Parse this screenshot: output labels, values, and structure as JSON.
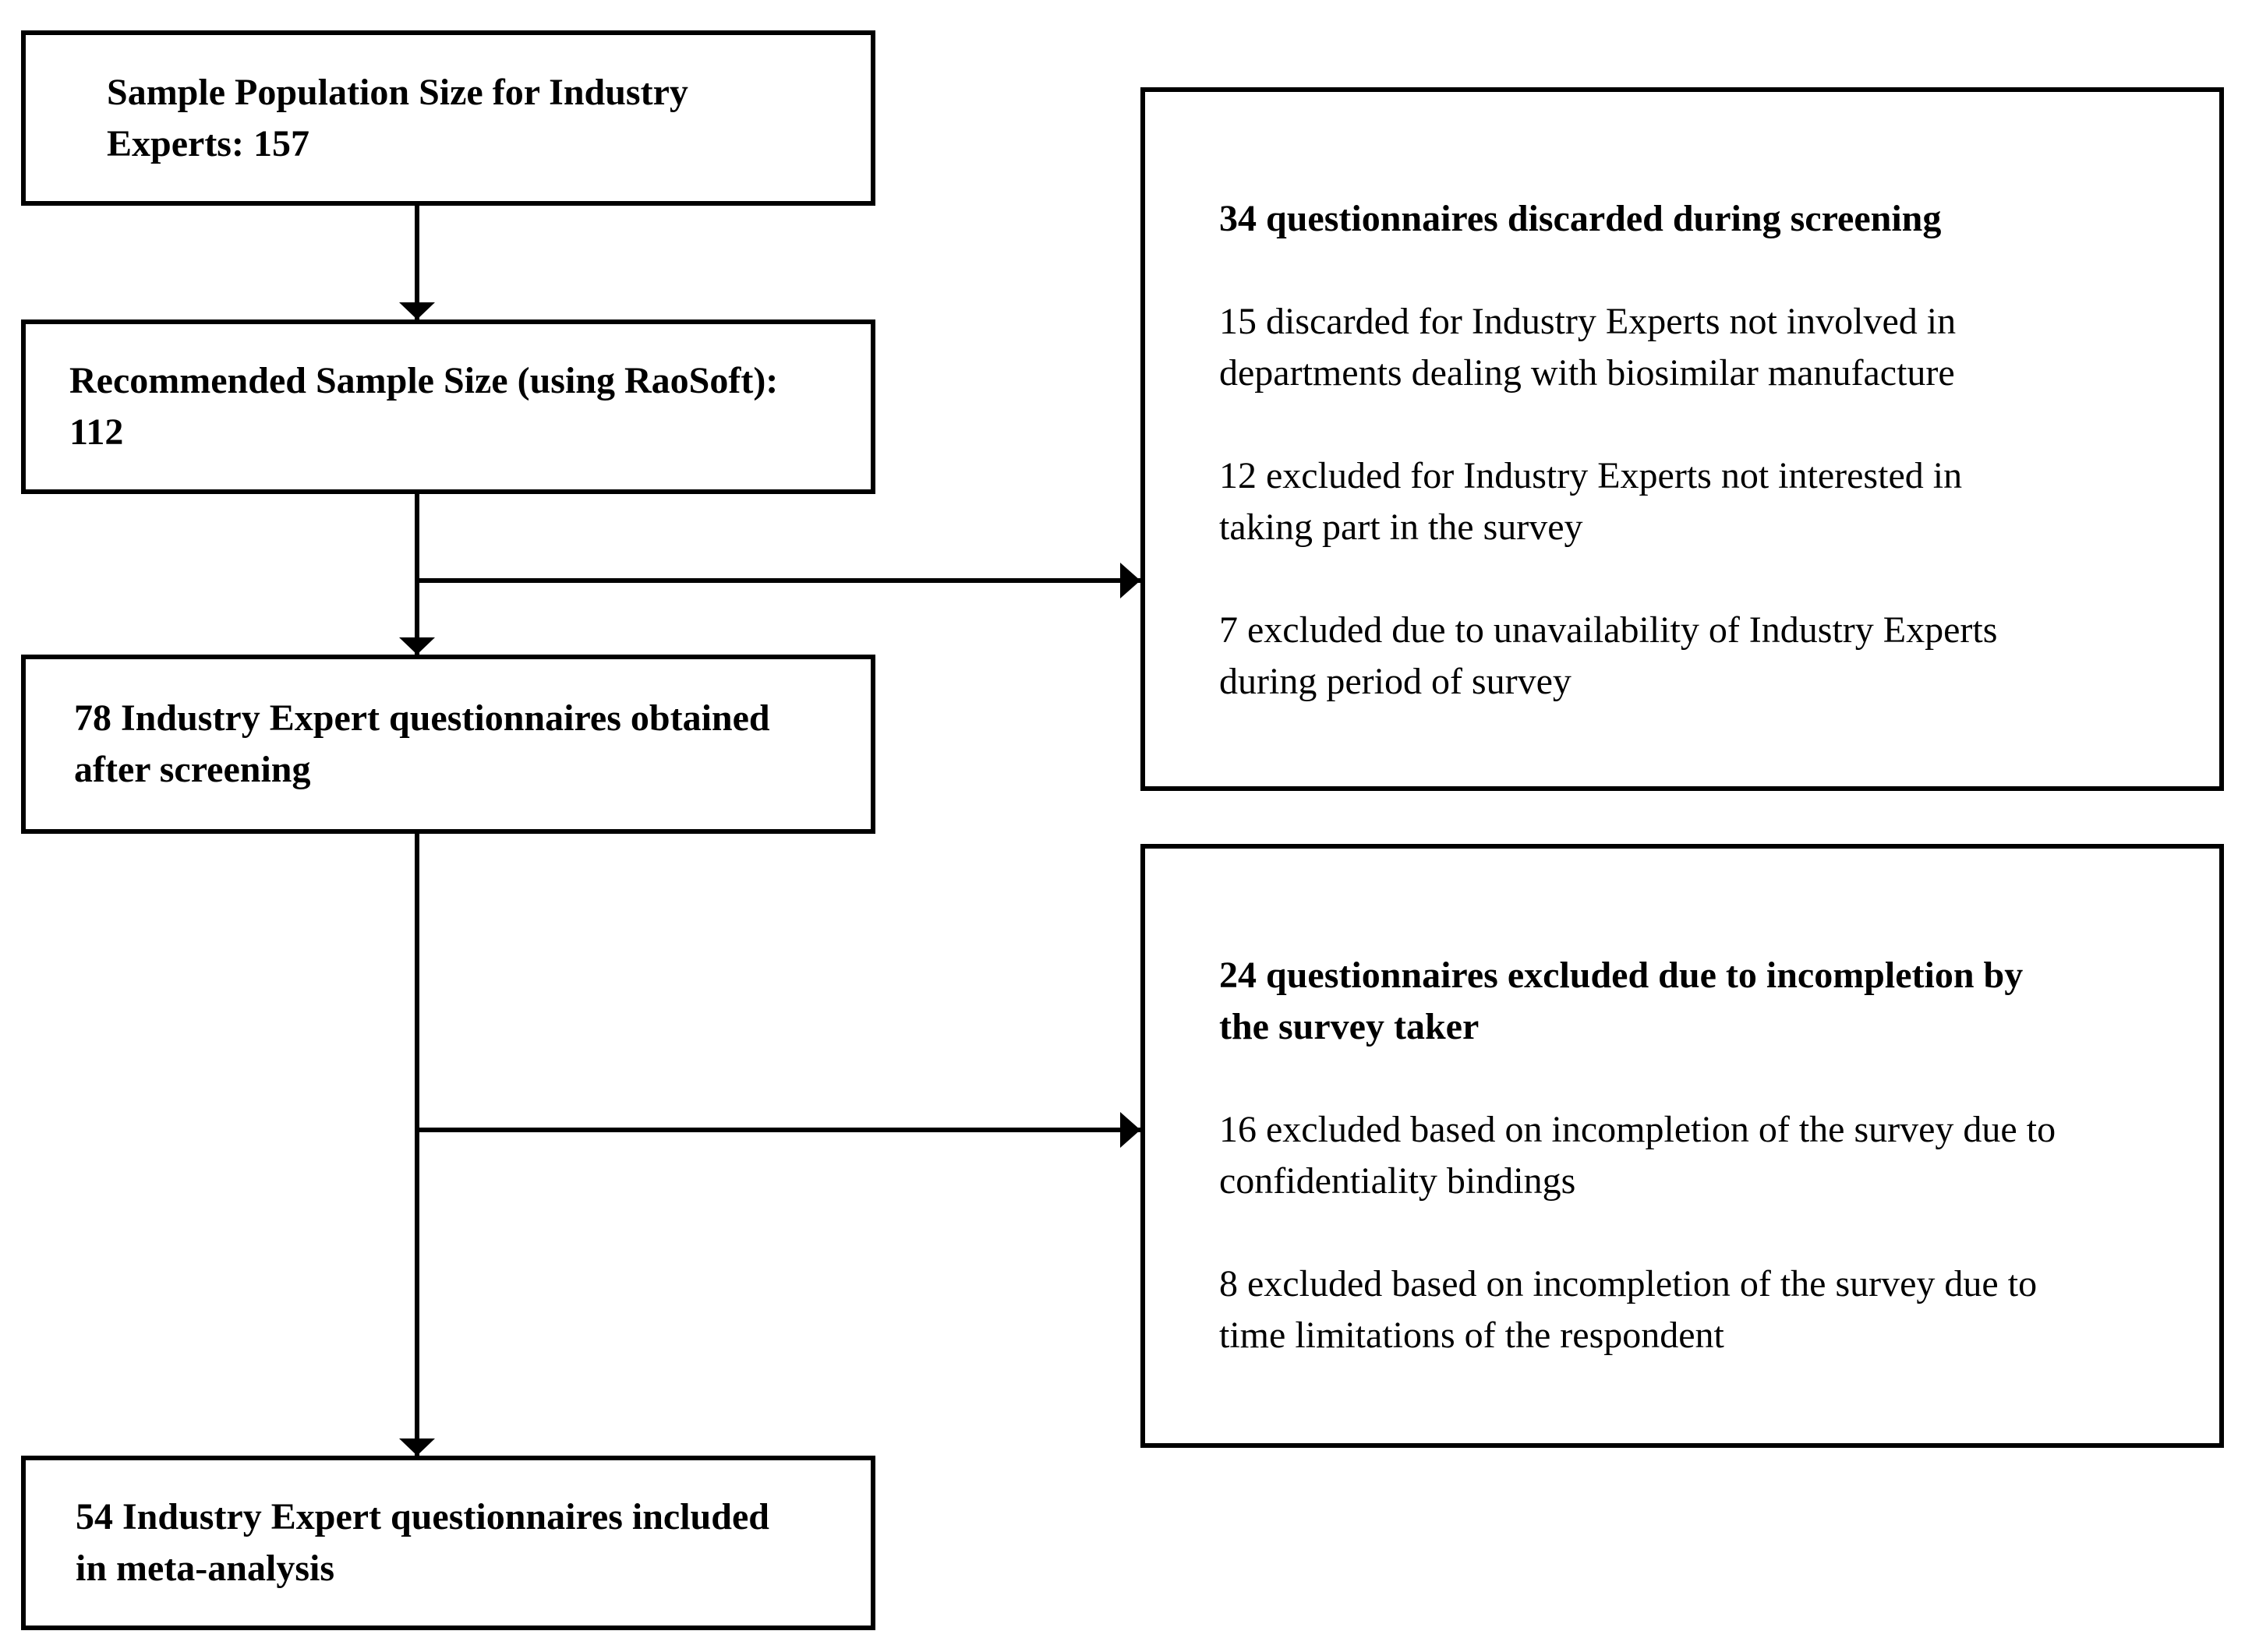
{
  "diagram": {
    "background": "#ffffff",
    "line_color": "#000000",
    "text_color": "#000000",
    "left_boxes": [
      {
        "lines": [
          "Sample Population Size for Industry",
          "Experts: 157"
        ]
      },
      {
        "lines": [
          "Recommended Sample Size (using RaoSoft):",
          "112"
        ]
      },
      {
        "lines": [
          "78 Industry Expert questionnaires obtained",
          "after screening"
        ]
      },
      {
        "lines": [
          "54 Industry Expert questionnaires included",
          "in meta-analysis"
        ]
      }
    ],
    "right_boxes": [
      {
        "heading_lines": [
          "34 questionnaires discarded during screening"
        ],
        "paragraphs": [
          [
            "15 discarded for Industry Experts not involved in",
            "departments dealing with biosimilar manufacture"
          ],
          [
            "12 excluded for Industry Experts not interested in",
            "taking part in the survey"
          ],
          [
            "7 excluded due to unavailability of Industry Experts",
            "during period of survey"
          ]
        ]
      },
      {
        "heading_lines": [
          "24 questionnaires excluded due to incompletion by",
          "the survey taker"
        ],
        "paragraphs": [
          [
            "16 excluded based on incompletion of the survey due to",
            "confidentiality bindings"
          ],
          [
            "8 excluded based on incompletion of the survey due to",
            "time limitations of the respondent"
          ]
        ]
      }
    ]
  }
}
